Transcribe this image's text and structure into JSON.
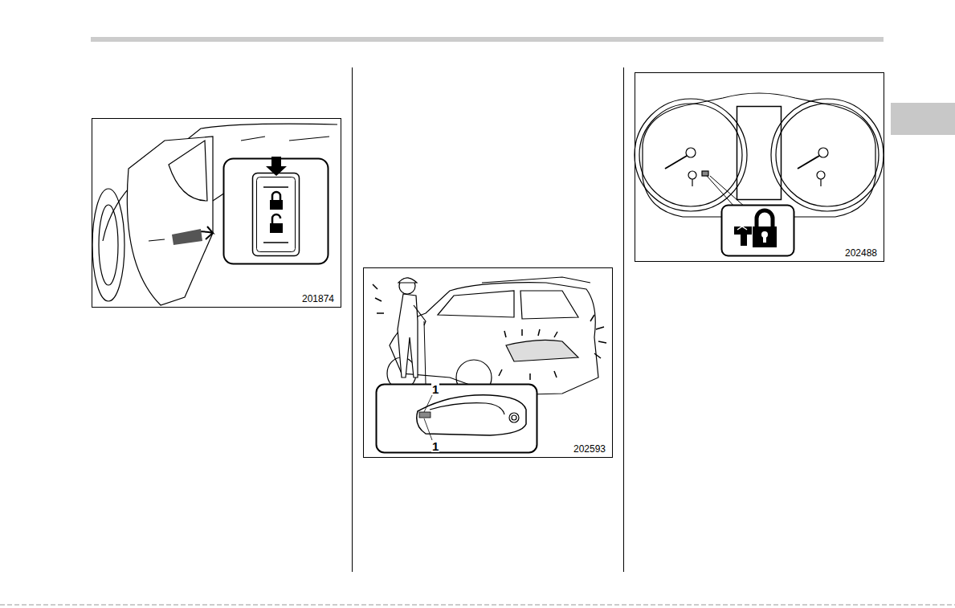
{
  "diagram": {
    "labels": [
      "201874",
      "1",
      "1",
      "202593",
      "202488"
    ]
  }
}
